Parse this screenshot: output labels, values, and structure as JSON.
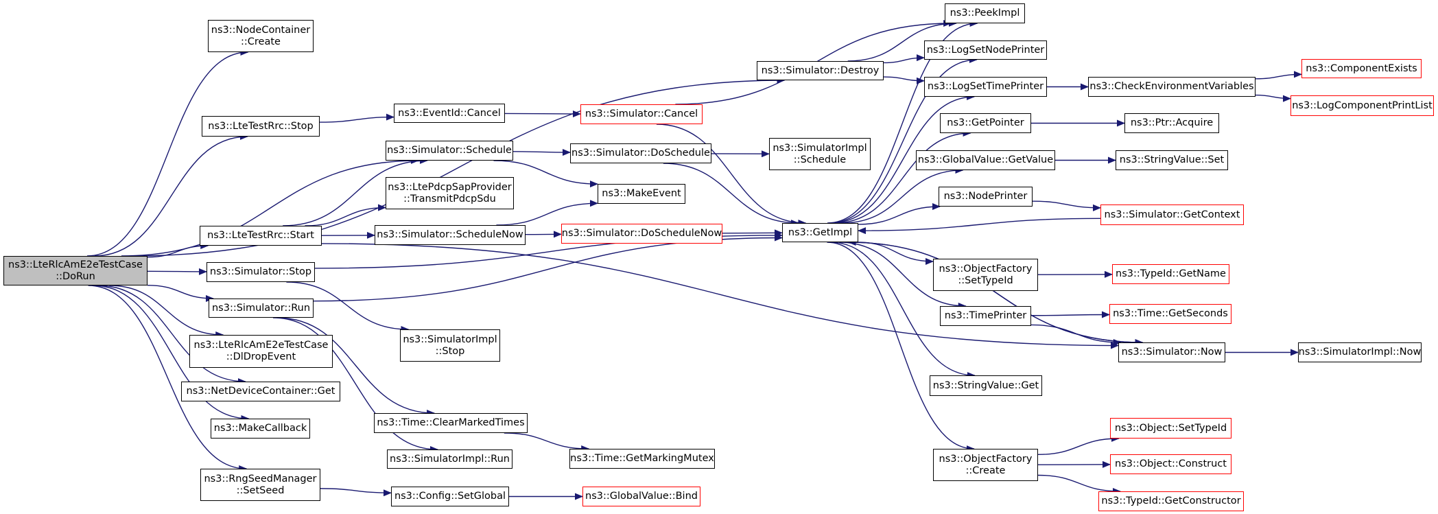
{
  "diagram": {
    "type": "call-graph",
    "colors": {
      "edge": "#191970",
      "node_border": "#000000",
      "truncated_border": "#ff0000",
      "root_fill": "#bfbfbf",
      "background": "#ffffff"
    },
    "nodes": [
      {
        "id": "root",
        "lines": [
          "ns3::LteRlcAmE2eTestCase",
          "::DoRun"
        ],
        "style": "root"
      },
      {
        "id": "nodecontainer_create",
        "lines": [
          "ns3::NodeContainer",
          "::Create"
        ],
        "style": "normal"
      },
      {
        "id": "ltetestrrc_stop",
        "lines": [
          "ns3::LteTestRrc::Stop"
        ],
        "style": "normal"
      },
      {
        "id": "ltetestrrc_start",
        "lines": [
          "ns3::LteTestRrc::Start"
        ],
        "style": "normal"
      },
      {
        "id": "simulator_stop",
        "lines": [
          "ns3::Simulator::Stop"
        ],
        "style": "normal"
      },
      {
        "id": "simulator_run",
        "lines": [
          "ns3::Simulator::Run"
        ],
        "style": "normal"
      },
      {
        "id": "dldropevent",
        "lines": [
          "ns3::LteRlcAmE2eTestCase",
          "::DlDropEvent"
        ],
        "style": "normal"
      },
      {
        "id": "netdevicecontainer_get",
        "lines": [
          "ns3::NetDeviceContainer::Get"
        ],
        "style": "normal"
      },
      {
        "id": "makecallback",
        "lines": [
          "ns3::MakeCallback"
        ],
        "style": "normal"
      },
      {
        "id": "rngseedmanager_setseed",
        "lines": [
          "ns3::RngSeedManager",
          "::SetSeed"
        ],
        "style": "normal"
      },
      {
        "id": "eventid_cancel",
        "lines": [
          "ns3::EventId::Cancel"
        ],
        "style": "normal"
      },
      {
        "id": "simulator_schedule",
        "lines": [
          "ns3::Simulator::Schedule"
        ],
        "style": "normal"
      },
      {
        "id": "transmitpdcpsdu",
        "lines": [
          "ns3::LtePdcpSapProvider",
          "::TransmitPdcpSdu"
        ],
        "style": "normal"
      },
      {
        "id": "simulator_schedulenow",
        "lines": [
          "ns3::Simulator::ScheduleNow"
        ],
        "style": "normal"
      },
      {
        "id": "simulatorimpl_stop",
        "lines": [
          "ns3::SimulatorImpl",
          "::Stop"
        ],
        "style": "normal"
      },
      {
        "id": "time_clearmarkedtimes",
        "lines": [
          "ns3::Time::ClearMarkedTimes"
        ],
        "style": "normal"
      },
      {
        "id": "simulatorimpl_run",
        "lines": [
          "ns3::SimulatorImpl::Run"
        ],
        "style": "normal"
      },
      {
        "id": "config_setglobal",
        "lines": [
          "ns3::Config::SetGlobal"
        ],
        "style": "normal"
      },
      {
        "id": "simulator_cancel",
        "lines": [
          "ns3::Simulator::Cancel"
        ],
        "style": "truncated"
      },
      {
        "id": "simulator_doschedule",
        "lines": [
          "ns3::Simulator::DoSchedule"
        ],
        "style": "normal"
      },
      {
        "id": "makeevent",
        "lines": [
          "ns3::MakeEvent"
        ],
        "style": "normal"
      },
      {
        "id": "simulator_doschedulenow",
        "lines": [
          "ns3::Simulator::DoScheduleNow"
        ],
        "style": "truncated"
      },
      {
        "id": "time_getmarkingmutex",
        "lines": [
          "ns3::Time::GetMarkingMutex"
        ],
        "style": "normal"
      },
      {
        "id": "globalvalue_bind",
        "lines": [
          "ns3::GlobalValue::Bind"
        ],
        "style": "truncated"
      },
      {
        "id": "simulator_destroy",
        "lines": [
          "ns3::Simulator::Destroy"
        ],
        "style": "normal"
      },
      {
        "id": "simulatorimpl_schedule",
        "lines": [
          "ns3::SimulatorImpl",
          "::Schedule"
        ],
        "style": "normal"
      },
      {
        "id": "getimpl",
        "lines": [
          "ns3::GetImpl"
        ],
        "style": "normal"
      },
      {
        "id": "peekimpl",
        "lines": [
          "ns3::PeekImpl"
        ],
        "style": "normal"
      },
      {
        "id": "logsetnodeprinter",
        "lines": [
          "ns3::LogSetNodePrinter"
        ],
        "style": "normal"
      },
      {
        "id": "logsettimeprinter",
        "lines": [
          "ns3::LogSetTimePrinter"
        ],
        "style": "normal"
      },
      {
        "id": "getpointer",
        "lines": [
          "ns3::GetPointer"
        ],
        "style": "normal"
      },
      {
        "id": "globalvalue_getvalue",
        "lines": [
          "ns3::GlobalValue::GetValue"
        ],
        "style": "normal"
      },
      {
        "id": "nodeprinter",
        "lines": [
          "ns3::NodePrinter"
        ],
        "style": "normal"
      },
      {
        "id": "objectfactory_settypeid",
        "lines": [
          "ns3::ObjectFactory",
          "::SetTypeId"
        ],
        "style": "normal"
      },
      {
        "id": "timeprinter",
        "lines": [
          "ns3::TimePrinter"
        ],
        "style": "normal"
      },
      {
        "id": "stringvalue_get",
        "lines": [
          "ns3::StringValue::Get"
        ],
        "style": "normal"
      },
      {
        "id": "objectfactory_create",
        "lines": [
          "ns3::ObjectFactory",
          "::Create"
        ],
        "style": "normal"
      },
      {
        "id": "checkenvironmentvariables",
        "lines": [
          "ns3::CheckEnvironmentVariables"
        ],
        "style": "normal"
      },
      {
        "id": "ptr_acquire",
        "lines": [
          "ns3::Ptr::Acquire"
        ],
        "style": "normal"
      },
      {
        "id": "stringvalue_set",
        "lines": [
          "ns3::StringValue::Set"
        ],
        "style": "normal"
      },
      {
        "id": "simulator_getcontext",
        "lines": [
          "ns3::Simulator::GetContext"
        ],
        "style": "truncated"
      },
      {
        "id": "typeid_getname",
        "lines": [
          "ns3::TypeId::GetName"
        ],
        "style": "truncated"
      },
      {
        "id": "time_getseconds",
        "lines": [
          "ns3::Time::GetSeconds"
        ],
        "style": "truncated"
      },
      {
        "id": "simulator_now",
        "lines": [
          "ns3::Simulator::Now"
        ],
        "style": "normal"
      },
      {
        "id": "object_settypeid",
        "lines": [
          "ns3::Object::SetTypeId"
        ],
        "style": "truncated"
      },
      {
        "id": "object_construct",
        "lines": [
          "ns3::Object::Construct"
        ],
        "style": "truncated"
      },
      {
        "id": "typeid_getconstructor",
        "lines": [
          "ns3::TypeId::GetConstructor"
        ],
        "style": "truncated"
      },
      {
        "id": "componentexists",
        "lines": [
          "ns3::ComponentExists"
        ],
        "style": "truncated"
      },
      {
        "id": "logcomponentprintlist",
        "lines": [
          "ns3::LogComponentPrintList"
        ],
        "style": "truncated"
      },
      {
        "id": "simulatorimpl_now",
        "lines": [
          "ns3::SimulatorImpl::Now"
        ],
        "style": "normal"
      }
    ],
    "edges": [
      [
        "root",
        "nodecontainer_create"
      ],
      [
        "root",
        "ltetestrrc_stop"
      ],
      [
        "root",
        "simulator_destroy"
      ],
      [
        "root",
        "simulator_schedule"
      ],
      [
        "root",
        "ltetestrrc_start"
      ],
      [
        "root",
        "simulator_stop"
      ],
      [
        "root",
        "simulator_run"
      ],
      [
        "root",
        "dldropevent"
      ],
      [
        "root",
        "netdevicecontainer_get"
      ],
      [
        "root",
        "makecallback"
      ],
      [
        "root",
        "rngseedmanager_setseed"
      ],
      [
        "ltetestrrc_stop",
        "eventid_cancel"
      ],
      [
        "eventid_cancel",
        "simulator_cancel"
      ],
      [
        "simulator_cancel",
        "getimpl"
      ],
      [
        "simulator_cancel",
        "peekimpl"
      ],
      [
        "ltetestrrc_start",
        "simulator_schedule"
      ],
      [
        "ltetestrrc_start",
        "transmitpdcpsdu"
      ],
      [
        "ltetestrrc_start",
        "simulator_schedulenow"
      ],
      [
        "ltetestrrc_start",
        "simulator_now"
      ],
      [
        "simulator_schedule",
        "simulator_doschedule"
      ],
      [
        "simulator_schedule",
        "makeevent"
      ],
      [
        "simulator_doschedule",
        "simulatorimpl_schedule"
      ],
      [
        "simulator_doschedule",
        "getimpl"
      ],
      [
        "simulator_schedulenow",
        "makeevent"
      ],
      [
        "simulator_schedulenow",
        "simulator_doschedulenow"
      ],
      [
        "simulator_doschedulenow",
        "getimpl"
      ],
      [
        "simulator_stop",
        "getimpl"
      ],
      [
        "simulator_stop",
        "simulatorimpl_stop"
      ],
      [
        "simulator_run",
        "getimpl"
      ],
      [
        "simulator_run",
        "time_clearmarkedtimes"
      ],
      [
        "simulator_run",
        "simulatorimpl_run"
      ],
      [
        "time_clearmarkedtimes",
        "time_getmarkingmutex"
      ],
      [
        "rngseedmanager_setseed",
        "config_setglobal"
      ],
      [
        "config_setglobal",
        "globalvalue_bind"
      ],
      [
        "simulator_destroy",
        "peekimpl"
      ],
      [
        "simulator_destroy",
        "logsetnodeprinter"
      ],
      [
        "simulator_destroy",
        "logsettimeprinter"
      ],
      [
        "logsettimeprinter",
        "checkenvironmentvariables"
      ],
      [
        "checkenvironmentvariables",
        "componentexists"
      ],
      [
        "checkenvironmentvariables",
        "logcomponentprintlist"
      ],
      [
        "getimpl",
        "peekimpl"
      ],
      [
        "getimpl",
        "logsetnodeprinter"
      ],
      [
        "getimpl",
        "logsettimeprinter"
      ],
      [
        "getimpl",
        "getpointer"
      ],
      [
        "getimpl",
        "globalvalue_getvalue"
      ],
      [
        "getimpl",
        "nodeprinter"
      ],
      [
        "getimpl",
        "objectfactory_settypeid"
      ],
      [
        "getimpl",
        "timeprinter"
      ],
      [
        "getimpl",
        "simulator_now"
      ],
      [
        "getimpl",
        "stringvalue_get"
      ],
      [
        "getimpl",
        "objectfactory_create"
      ],
      [
        "getpointer",
        "ptr_acquire"
      ],
      [
        "globalvalue_getvalue",
        "stringvalue_set"
      ],
      [
        "nodeprinter",
        "simulator_getcontext"
      ],
      [
        "simulator_getcontext",
        "getimpl"
      ],
      [
        "objectfactory_settypeid",
        "typeid_getname"
      ],
      [
        "timeprinter",
        "time_getseconds"
      ],
      [
        "timeprinter",
        "simulator_now"
      ],
      [
        "simulator_now",
        "simulatorimpl_now"
      ],
      [
        "simulator_now",
        "getimpl"
      ],
      [
        "objectfactory_create",
        "object_settypeid"
      ],
      [
        "objectfactory_create",
        "object_construct"
      ],
      [
        "objectfactory_create",
        "typeid_getconstructor"
      ]
    ]
  }
}
